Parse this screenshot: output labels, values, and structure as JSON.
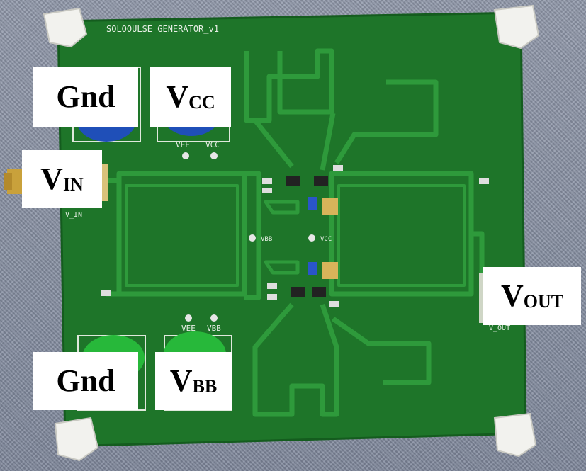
{
  "board": {
    "silkscreen_title": "SOLOOULSE GENERATOR_v1",
    "silk_vee_top": "VEE",
    "silk_vcc_top": "VCC",
    "silk_vin": "V_IN",
    "silk_vbb_mid": "VBB",
    "silk_vcc_mid": "VCC",
    "silk_vee_bottom": "VEE",
    "silk_vbb_bottom": "VBB",
    "silk_vout": "V_OUT"
  },
  "labels": {
    "gnd_top": "Gnd",
    "vcc": {
      "main": "V",
      "sub": "CC"
    },
    "vin": {
      "main": "V",
      "sub": "IN"
    },
    "vout": {
      "main": "V",
      "sub": "OUT"
    },
    "gnd_bottom": "Gnd",
    "vbb": {
      "main": "V",
      "sub": "BB"
    }
  },
  "colors": {
    "pcb": "#1f7a2a",
    "trace": "#2f9a3a",
    "blue_post": "#1f4fb8",
    "green_post": "#27b83a",
    "standoff": "#f2f2ee"
  }
}
